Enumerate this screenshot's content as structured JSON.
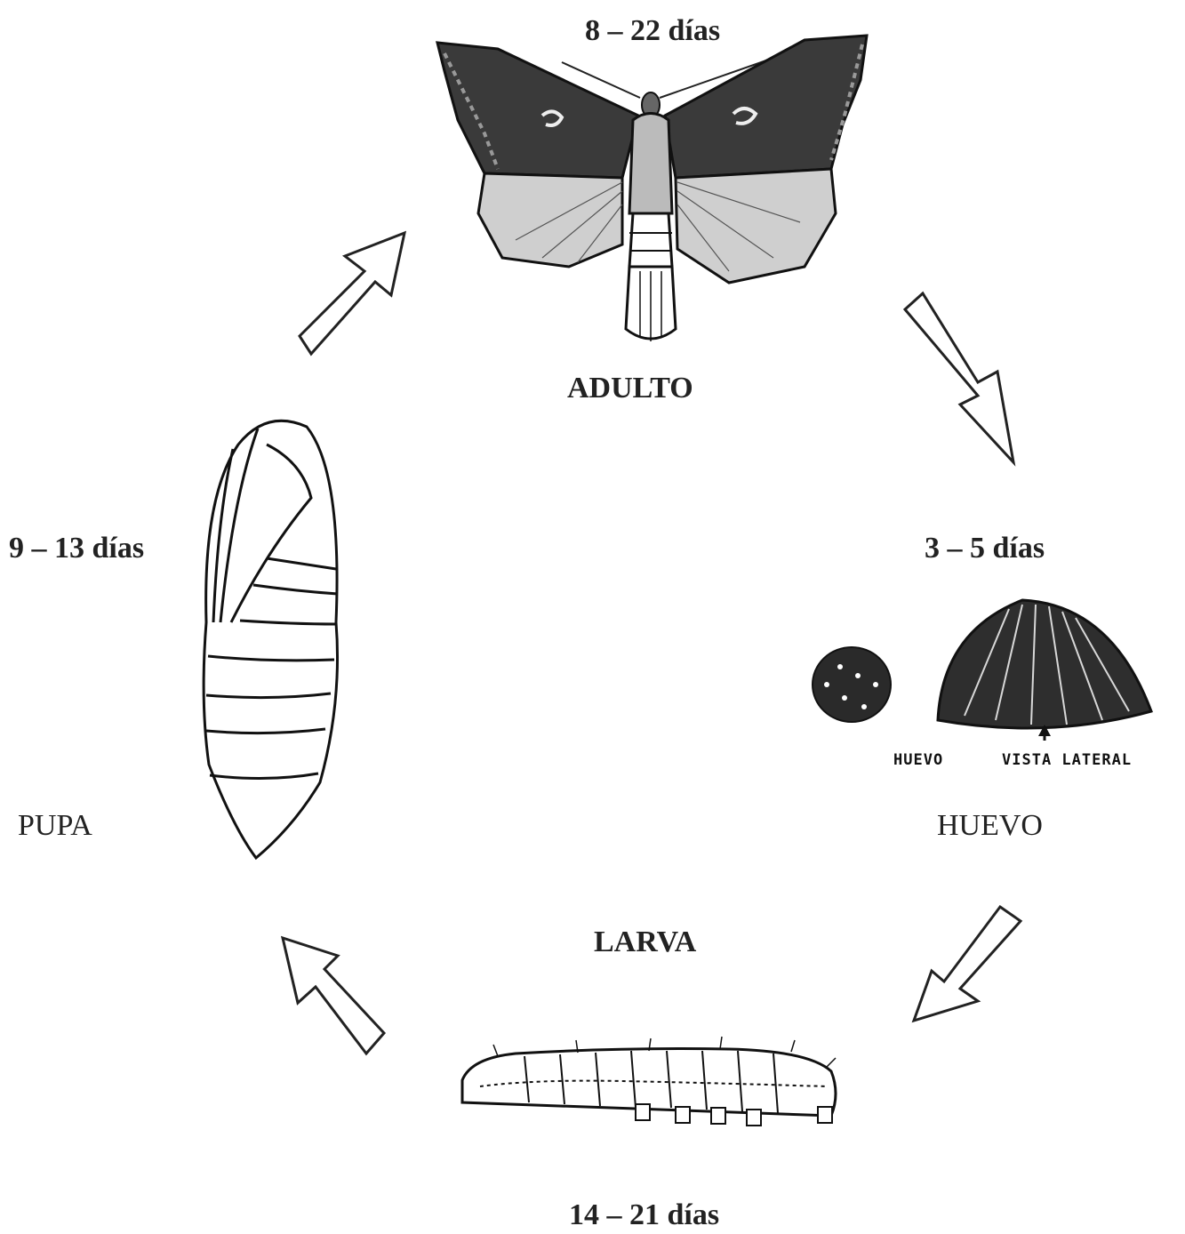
{
  "stages": {
    "adulto": {
      "name": "ADULTO",
      "duration": "8 – 22  días"
    },
    "huevo": {
      "name": "HUEVO",
      "duration": "3 – 5 días",
      "caption_left": "HUEVO",
      "caption_right": "VISTA LATERAL"
    },
    "larva": {
      "name": "LARVA",
      "duration": "14 – 21 días"
    },
    "pupa": {
      "name": "PUPA",
      "duration": "9 – 13 días"
    }
  }
}
